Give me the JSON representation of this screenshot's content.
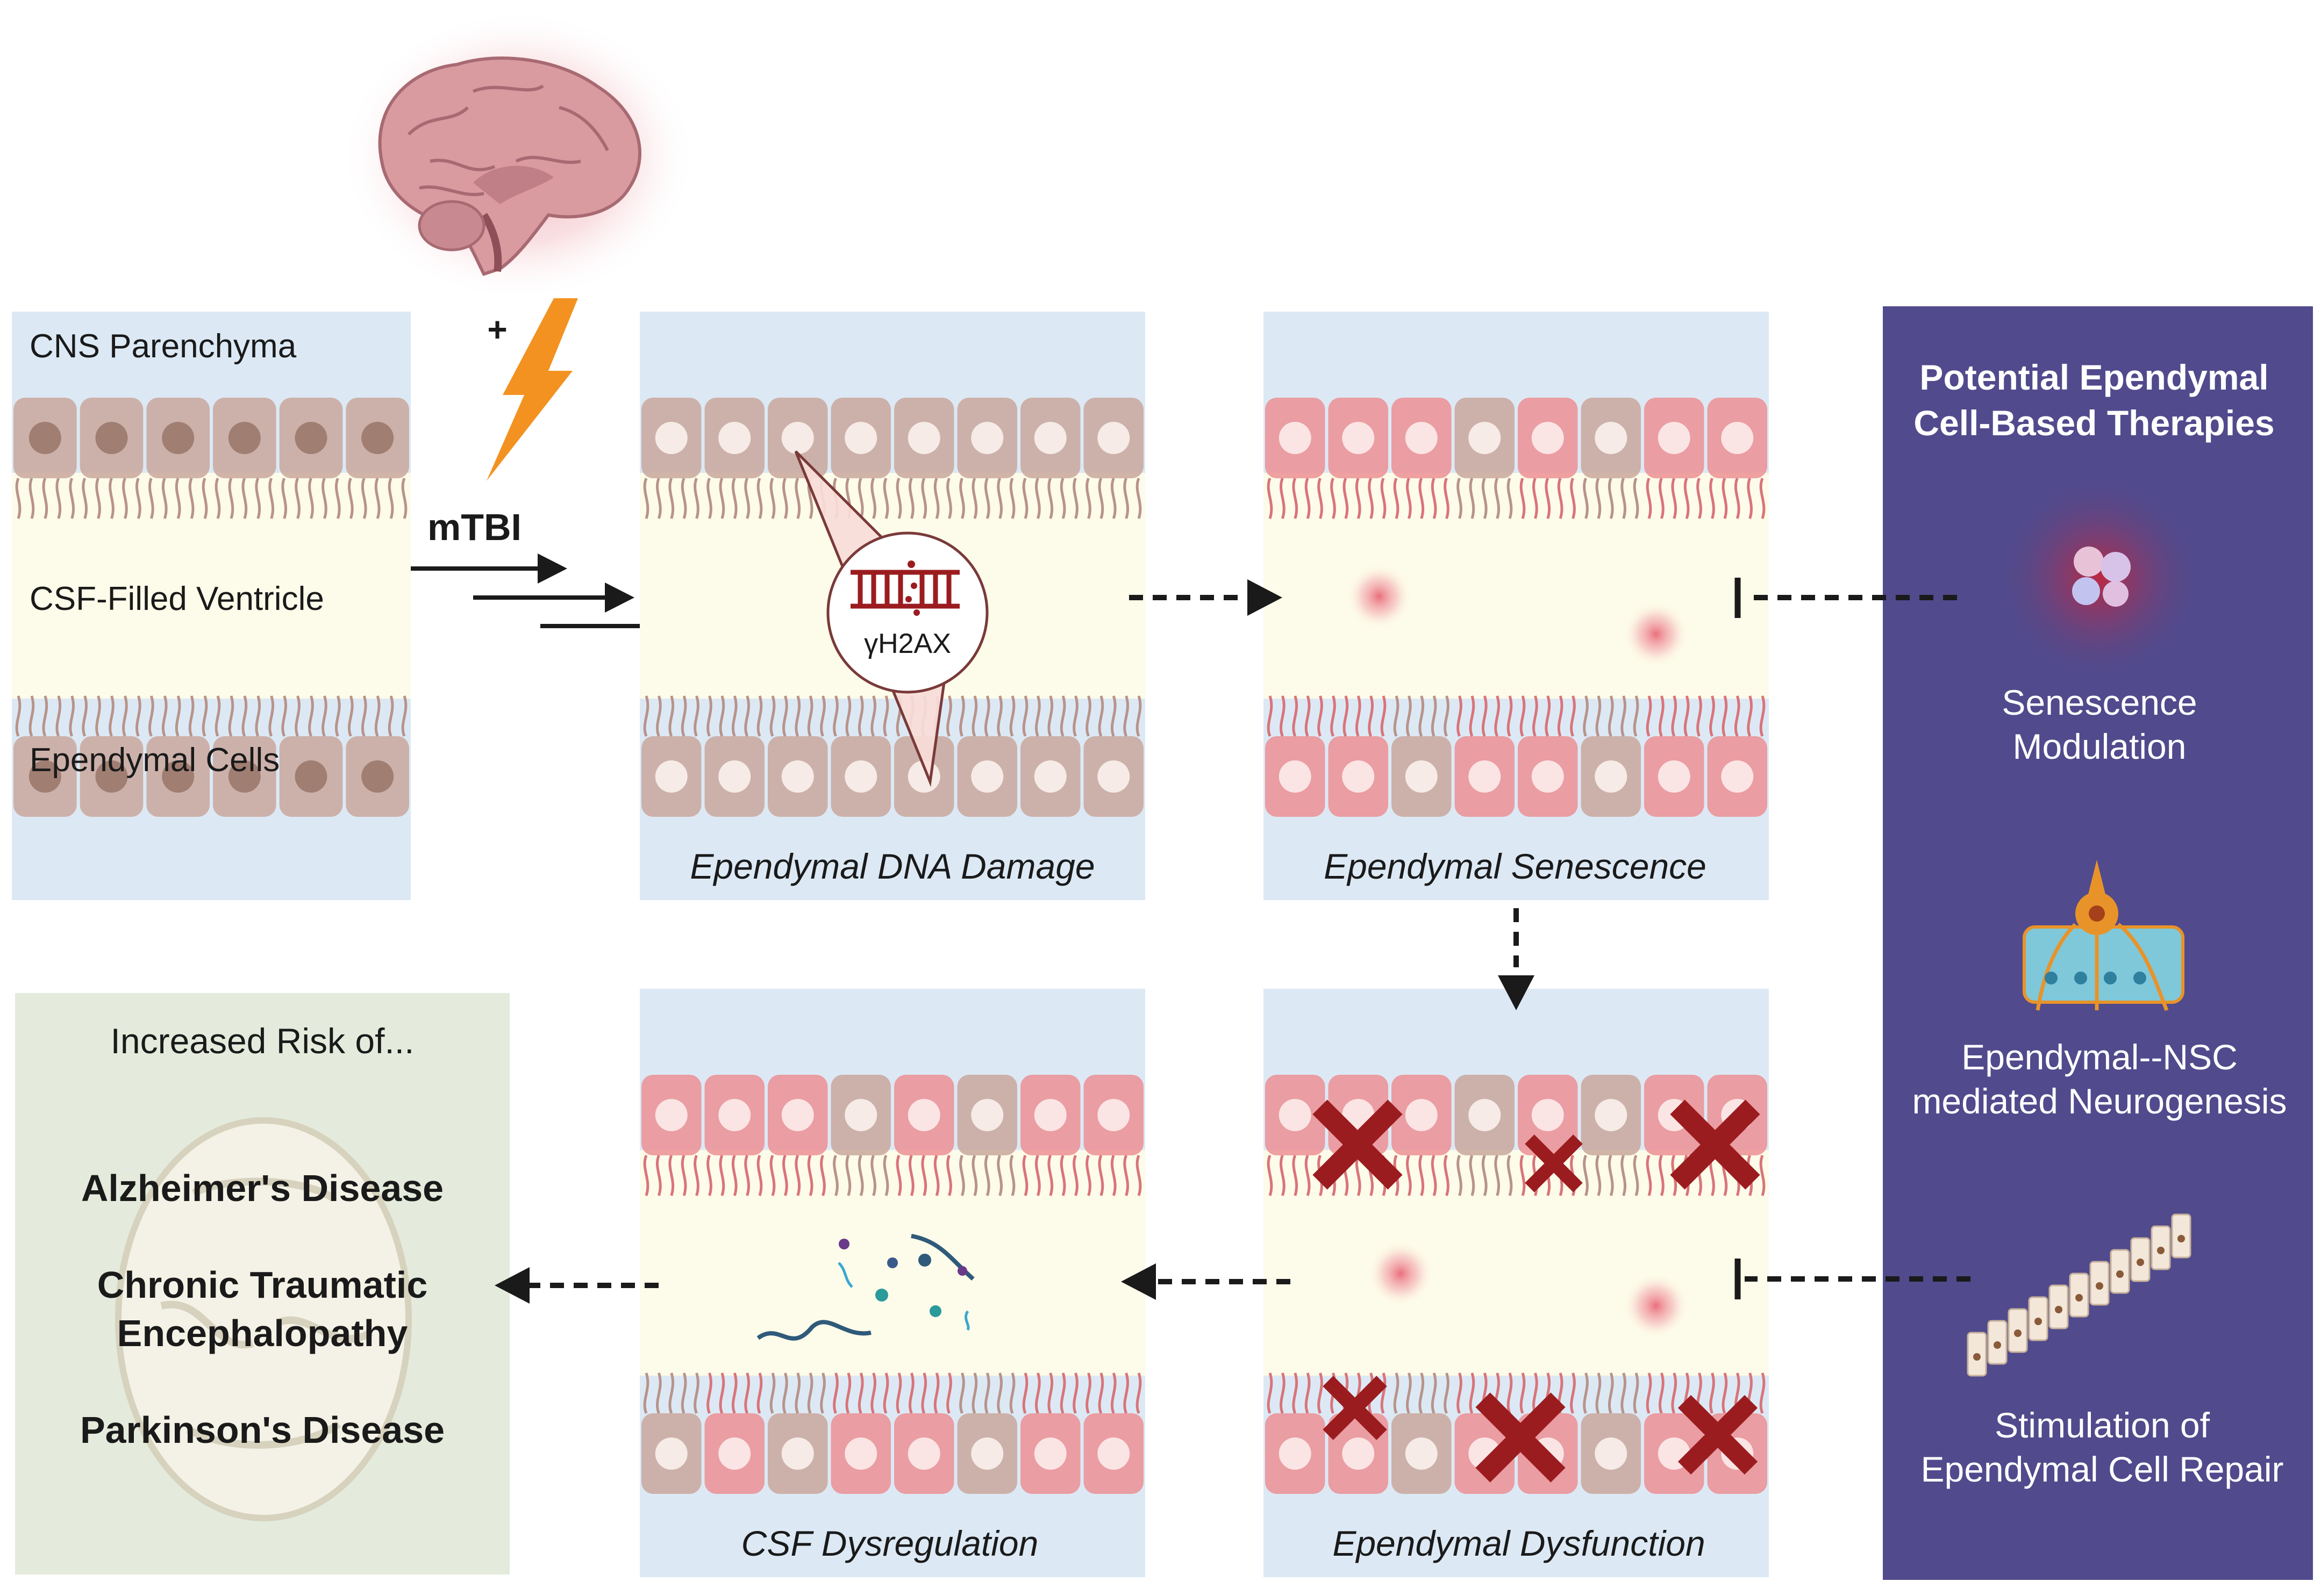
{
  "panel1": {
    "label_parenchyma": "CNS Parenchyma",
    "label_ventricle": "CSF-Filled Ventricle",
    "label_ependymal": "Ependymal Cells"
  },
  "injury": {
    "plus": "+",
    "label": "mTBI"
  },
  "panel2": {
    "caption": "Ependymal DNA Damage",
    "marker": "γH2AX"
  },
  "panel3": {
    "caption": "Ependymal Senescence"
  },
  "panel4": {
    "caption": "Ependymal Dysfunction"
  },
  "panel5": {
    "caption": "CSF Dysregulation"
  },
  "risk": {
    "heading": "Increased Risk of...",
    "diseases": {
      "d1": "Alzheimer's Disease",
      "d2a": "Chronic Traumatic",
      "d2b": "Encephalopathy",
      "d3": "Parkinson's Disease"
    }
  },
  "therapies": {
    "title_line1": "Potential Ependymal",
    "title_line2": "Cell-Based Therapies",
    "t1a": "Senescence",
    "t1b": "Modulation",
    "t2a": "Ependymal--NSC",
    "t2b": "mediated Neurogenesis",
    "t3a": "Stimulation of",
    "t3b": "Ependymal Cell Repair"
  },
  "colors": {
    "healthy_cell": "#c9a79c",
    "senescent_cell": "#ec8f93",
    "therapy_panel": "#514a8c",
    "risk_panel": "#e4ebdc",
    "parenchyma_bg": "#dce9f5",
    "csf_bg": "#fdfbe9",
    "cross": "#9b1c1f",
    "bolt": "#f39221"
  }
}
